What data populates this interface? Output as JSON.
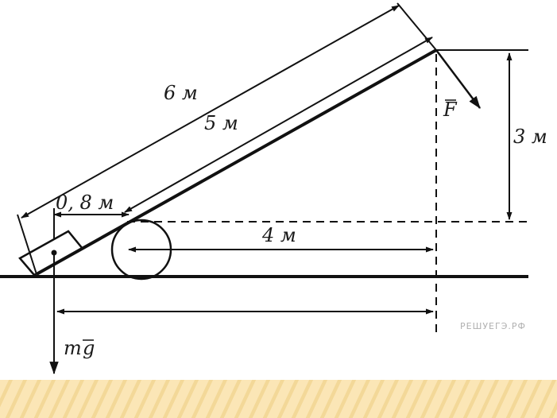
{
  "labels": {
    "len_6": "6 м",
    "len_5": "5 м",
    "len_08": "0, 8 м",
    "len_4": "4 м",
    "len_3": "3 м",
    "force": "F",
    "weight_m": "m",
    "weight_g": "g"
  },
  "watermark": "РЕШУЕГЭ.РФ",
  "colors": {
    "ink": "#111111",
    "strip_base": "#fbe6b6",
    "strip_stripe": "#f3d898"
  }
}
